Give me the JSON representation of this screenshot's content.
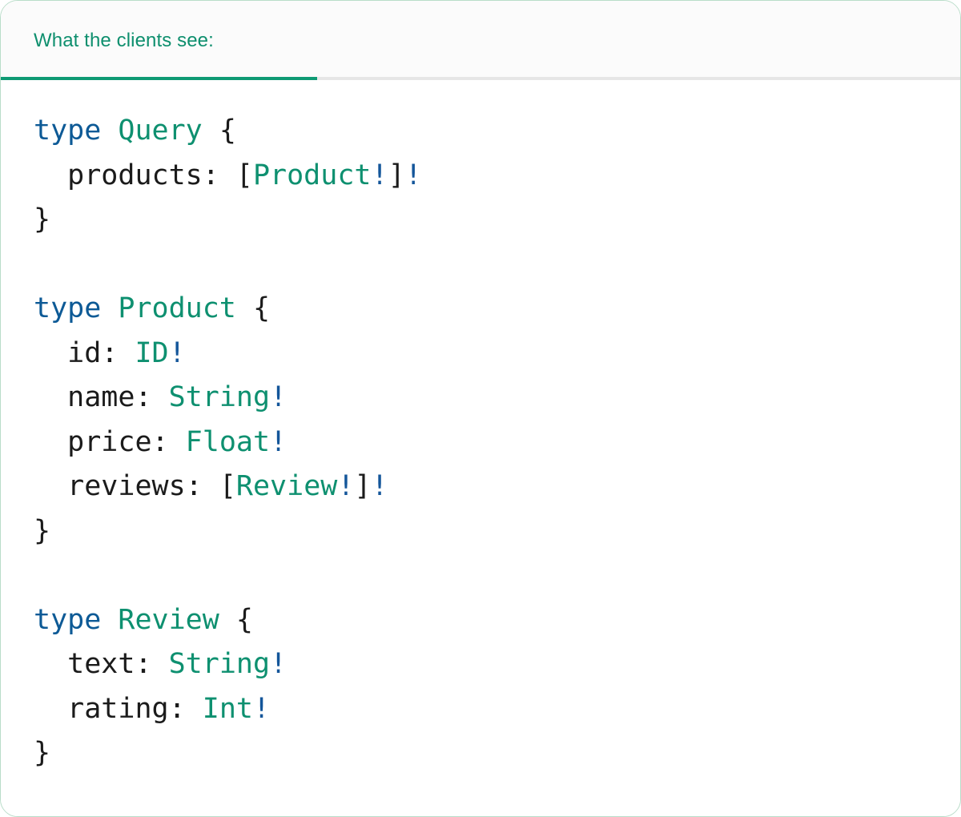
{
  "card": {
    "border_color": "#b9ddc9",
    "background": "#ffffff"
  },
  "header": {
    "background": "#fbfbfb",
    "rule_color": "#e6e6e6",
    "tabs": [
      {
        "label": "What the clients see:",
        "active": true,
        "accent_color": "#0e9a74",
        "text_color": "#0e8f6e"
      }
    ]
  },
  "code": {
    "language": "graphql",
    "colors": {
      "keyword": "#0d5a96",
      "type_name": "#0e9070",
      "field_name": "#1b1b1b",
      "punctuation": "#1b1b1b",
      "non_null_bang": "#14569a"
    },
    "lines": [
      {
        "id": "line-1",
        "tokens": [
          {
            "t": "type",
            "c": "kw"
          },
          {
            "t": " ",
            "c": "plain"
          },
          {
            "t": "Query",
            "c": "type"
          },
          {
            "t": " ",
            "c": "plain"
          },
          {
            "t": "{",
            "c": "punct"
          }
        ]
      },
      {
        "id": "line-2",
        "tokens": [
          {
            "t": "  ",
            "c": "plain"
          },
          {
            "t": "products",
            "c": "name"
          },
          {
            "t": ": ",
            "c": "punct"
          },
          {
            "t": "[",
            "c": "punct"
          },
          {
            "t": "Product",
            "c": "type"
          },
          {
            "t": "!",
            "c": "bang"
          },
          {
            "t": "]",
            "c": "punct"
          },
          {
            "t": "!",
            "c": "bang"
          }
        ]
      },
      {
        "id": "line-3",
        "tokens": [
          {
            "t": "}",
            "c": "punct"
          }
        ]
      },
      {
        "id": "line-4",
        "tokens": []
      },
      {
        "id": "line-5",
        "tokens": [
          {
            "t": "type",
            "c": "kw"
          },
          {
            "t": " ",
            "c": "plain"
          },
          {
            "t": "Product",
            "c": "type"
          },
          {
            "t": " ",
            "c": "plain"
          },
          {
            "t": "{",
            "c": "punct"
          }
        ]
      },
      {
        "id": "line-6",
        "tokens": [
          {
            "t": "  ",
            "c": "plain"
          },
          {
            "t": "id",
            "c": "name"
          },
          {
            "t": ": ",
            "c": "punct"
          },
          {
            "t": "ID",
            "c": "type"
          },
          {
            "t": "!",
            "c": "bang"
          }
        ]
      },
      {
        "id": "line-7",
        "tokens": [
          {
            "t": "  ",
            "c": "plain"
          },
          {
            "t": "name",
            "c": "name"
          },
          {
            "t": ": ",
            "c": "punct"
          },
          {
            "t": "String",
            "c": "type"
          },
          {
            "t": "!",
            "c": "bang"
          }
        ]
      },
      {
        "id": "line-8",
        "tokens": [
          {
            "t": "  ",
            "c": "plain"
          },
          {
            "t": "price",
            "c": "name"
          },
          {
            "t": ": ",
            "c": "punct"
          },
          {
            "t": "Float",
            "c": "type"
          },
          {
            "t": "!",
            "c": "bang"
          }
        ]
      },
      {
        "id": "line-9",
        "tokens": [
          {
            "t": "  ",
            "c": "plain"
          },
          {
            "t": "reviews",
            "c": "name"
          },
          {
            "t": ": ",
            "c": "punct"
          },
          {
            "t": "[",
            "c": "punct"
          },
          {
            "t": "Review",
            "c": "type"
          },
          {
            "t": "!",
            "c": "bang"
          },
          {
            "t": "]",
            "c": "punct"
          },
          {
            "t": "!",
            "c": "bang"
          }
        ]
      },
      {
        "id": "line-10",
        "tokens": [
          {
            "t": "}",
            "c": "punct"
          }
        ]
      },
      {
        "id": "line-11",
        "tokens": []
      },
      {
        "id": "line-12",
        "tokens": [
          {
            "t": "type",
            "c": "kw"
          },
          {
            "t": " ",
            "c": "plain"
          },
          {
            "t": "Review",
            "c": "type"
          },
          {
            "t": " ",
            "c": "plain"
          },
          {
            "t": "{",
            "c": "punct"
          }
        ]
      },
      {
        "id": "line-13",
        "tokens": [
          {
            "t": "  ",
            "c": "plain"
          },
          {
            "t": "text",
            "c": "name"
          },
          {
            "t": ": ",
            "c": "punct"
          },
          {
            "t": "String",
            "c": "type"
          },
          {
            "t": "!",
            "c": "bang"
          }
        ]
      },
      {
        "id": "line-14",
        "tokens": [
          {
            "t": "  ",
            "c": "plain"
          },
          {
            "t": "rating",
            "c": "name"
          },
          {
            "t": ": ",
            "c": "punct"
          },
          {
            "t": "Int",
            "c": "type"
          },
          {
            "t": "!",
            "c": "bang"
          }
        ]
      },
      {
        "id": "line-15",
        "tokens": [
          {
            "t": "}",
            "c": "punct"
          }
        ]
      }
    ]
  }
}
